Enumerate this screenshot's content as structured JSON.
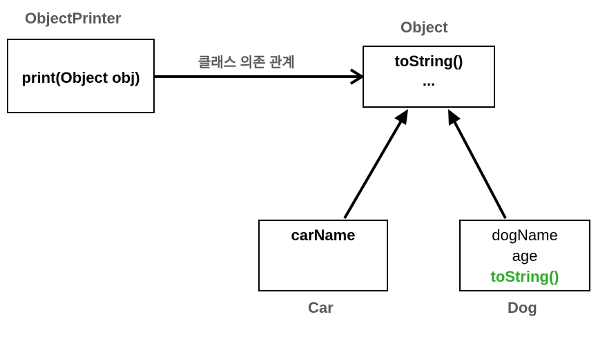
{
  "object_printer": {
    "title": "ObjectPrinter",
    "method": "print(Object obj)"
  },
  "object": {
    "title": "Object",
    "line1": "toString()",
    "line2": "..."
  },
  "dependency": {
    "label": "클래스 의존 관계"
  },
  "car": {
    "title": "Car",
    "field": "carName"
  },
  "dog": {
    "title": "Dog",
    "field1": "dogName",
    "field2": "age",
    "override": "toString()"
  },
  "colors": {
    "label_gray": "#5a5a5a",
    "override_green": "#2eaa2a",
    "line": "#000000"
  }
}
